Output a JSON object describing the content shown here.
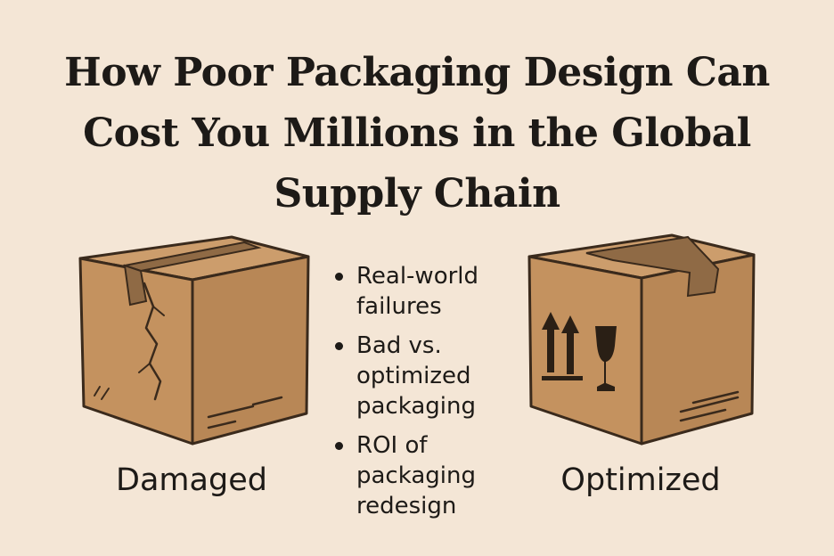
{
  "title_lines": [
    "How Poor Packaging Design Can",
    "Cost You Millions in the Global",
    "Supply Chain"
  ],
  "boxes": {
    "damaged": {
      "label": "Damaged"
    },
    "optimized": {
      "label": "Optimized"
    }
  },
  "bullets": [
    {
      "lines": [
        "Real-world",
        "failures"
      ]
    },
    {
      "lines": [
        "Bad vs.",
        "optimized",
        "packaging"
      ]
    },
    {
      "lines": [
        "ROI of",
        "packaging",
        "redesign"
      ]
    }
  ],
  "colors": {
    "background": "#f4e6d6",
    "box_front": "#c4925f",
    "box_side": "#b07f4e",
    "box_top": "#cc9d6c",
    "tape": "#8f6a45",
    "outline": "#3a2a1c"
  },
  "icons": [
    "this-way-up-arrows-icon",
    "fragile-glass-icon"
  ]
}
